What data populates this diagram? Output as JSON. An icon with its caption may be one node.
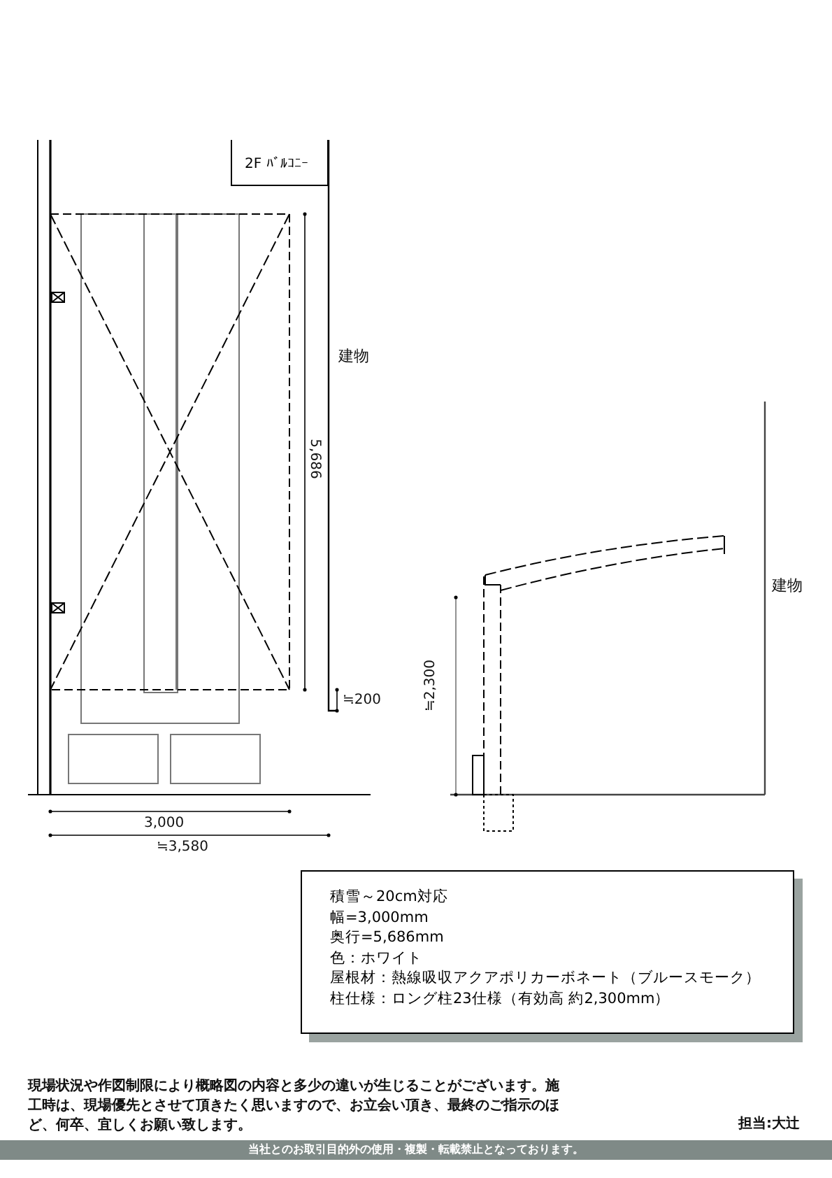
{
  "diagram": {
    "nodes": [
      {
        "text": [
          "2F ﾊﾞﾙｺﾆｰ"
        ]
      },
      {
        "text": [
          "積雪～20cm対応",
          "幅=3,000mm",
          "奥行=5,686mm",
          "色：ホワイト",
          "屋根材：熱線吸収アクアポリカーボネート（ブルースモーク）",
          "柱仕様：ロング柱23仕様（有効高 約2,300mm）"
        ]
      },
      {
        "text": [
          "当社とのお取引目的外の使用・複製・転載禁止となっております。"
        ]
      }
    ],
    "labels": [
      "建物",
      "5,686",
      "建物",
      "≒2,300",
      "≒200",
      "3,000",
      "≒3,580",
      "現場状況や作図制限により概略図の内容と多少の違いが生じることがございます。施工時は、現場優先とさせて頂きたく思いますので、お立会い頂き、最終のご指示のほど、何卒、宜しくお願い致します。",
      "担当:大辻"
    ]
  }
}
